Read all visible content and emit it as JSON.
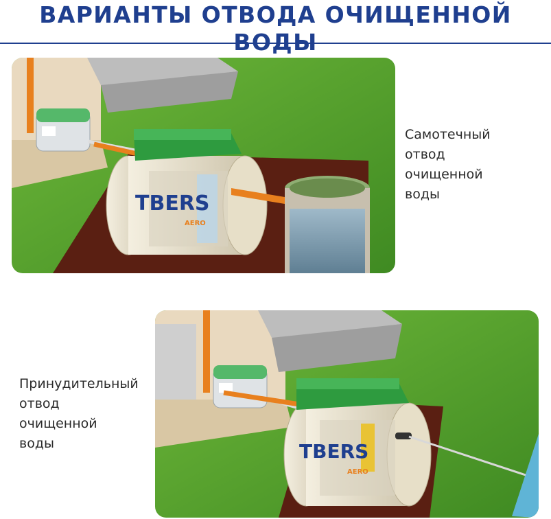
{
  "header": {
    "title": "ВАРИАНТЫ ОТВОДА ОЧИЩЕННОЙ ВОДЫ"
  },
  "option_gravity": {
    "lines": [
      "Самотечный",
      "отвод",
      "очищенной",
      "воды"
    ]
  },
  "option_forced": {
    "lines": [
      "Принудительный",
      "отвод",
      "очищенной",
      "воды"
    ]
  },
  "brand": {
    "name": "TBERS",
    "sub": "AERO"
  },
  "colors": {
    "title": "#1f3f8f",
    "grass": "#4f9a2a",
    "soil": "#5a1f12",
    "pipe": "#e8801e",
    "lid": "#2e9b3f"
  }
}
